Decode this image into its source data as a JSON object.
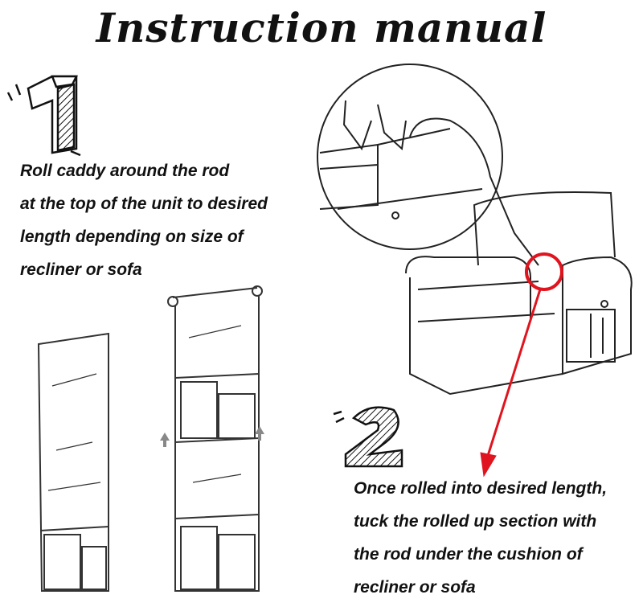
{
  "title": "Instruction manual",
  "step1": {
    "number": "1",
    "lines": [
      "Roll caddy around the rod",
      "at the top of the unit to desired",
      "length depending on size of",
      "recliner or sofa"
    ]
  },
  "step2": {
    "number": "2",
    "lines": [
      "Once rolled into desired length,",
      "tuck the rolled up section with",
      "the rod under the cushion of",
      "recliner or sofa"
    ]
  },
  "colors": {
    "ink": "#111111",
    "highlight": "#e0141e"
  }
}
